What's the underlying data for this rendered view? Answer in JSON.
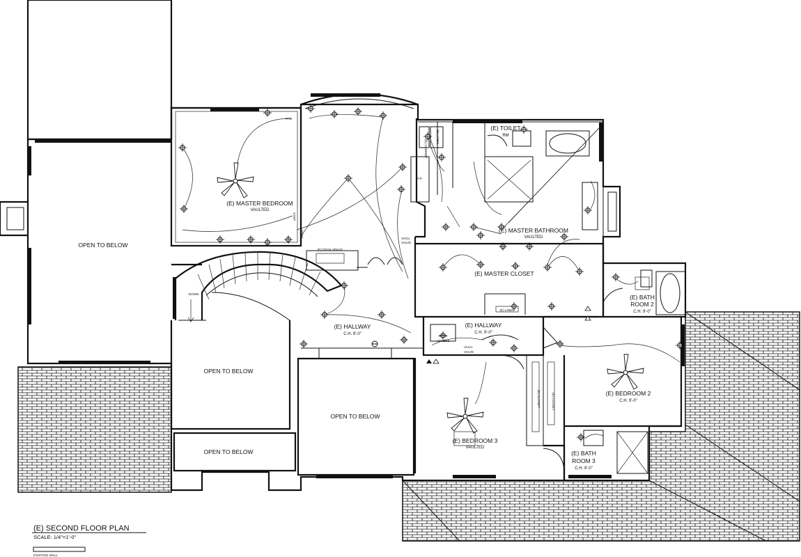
{
  "drawing": {
    "title": "(E) SECOND FLOOR PLAN",
    "scale": "SCALE: 1/4\"=1'-0\"",
    "legend_label": "EXISTING WALL"
  },
  "rooms": {
    "open_below_1": "OPEN TO BELOW",
    "open_below_2": "OPEN TO BELOW",
    "open_below_3": "OPEN TO BELOW",
    "open_below_4": "OPEN TO BELOW",
    "master_bedroom": "(E) MASTER BEDROOM",
    "master_bedroom_sub": "VAULTED",
    "master_bathroom": "(E) MASTER BATHROOM",
    "master_bathroom_sub": "VAULTED",
    "master_closet": "(E) MASTER CLOSET",
    "toilet": "(E) TOILET",
    "toilet_2": "RM",
    "hallway_1": "(E) HALLWAY",
    "hallway_1_sub": "C.H. 9'-0\"",
    "hallway_2": "(E) HALLWAY",
    "hallway_2_sub": "C.H. 9'-0\"",
    "bedroom_2": "(E) BEDROOM 2",
    "bedroom_2_sub": "C.H. 9'-0\"",
    "bedroom_3": "(E) BEDROOM 3",
    "bedroom_3_sub": "VAULTED",
    "bath_2_a": "(E) BATH",
    "bath_2_b": "ROOM 2",
    "bath_2_sub": "C.H. 9'-0\"",
    "bath_3_a": "(E) BATH",
    "bath_3_b": "ROOM 3",
    "bath_3_sub": "C.H. 9'-0\"",
    "desk_space": "(E) DESK SPACE",
    "linen": "(E) LINEN",
    "linen_2": "(E) LINEN",
    "cabinet": "(E) CABINET",
    "closet_a": "(E) CLOSET",
    "closet_b": "(E) CLOSET",
    "attic_a": "ATTIC",
    "attic_b": "ACCESS",
    "fp": "F.P.",
    "down": "DOWN",
    "step_1": "STEP",
    "step_2": "STEP",
    "vacu_1": "VACU",
    "vacu_2": "VALVE",
    "vacu_3": "VACU",
    "vacu_4": "VALVE",
    "fan": "FAN"
  }
}
